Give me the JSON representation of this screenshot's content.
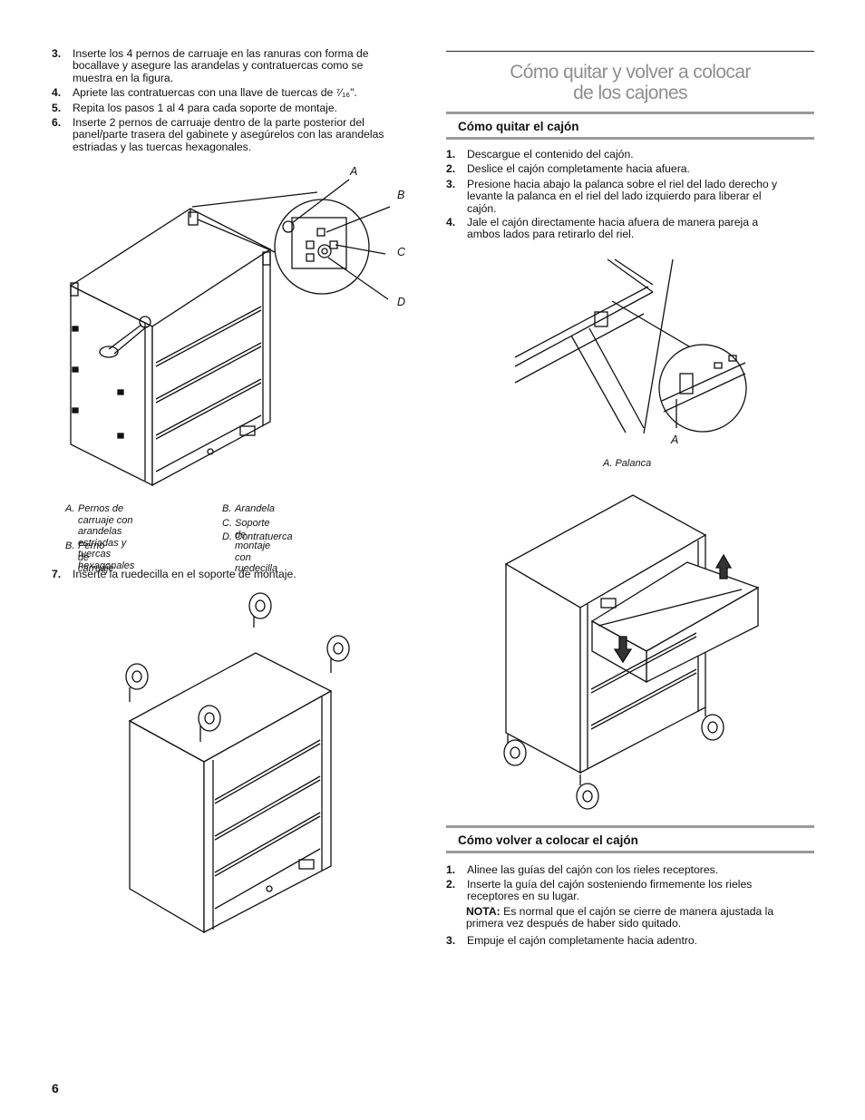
{
  "left": {
    "steps_top": [
      {
        "num": "3.",
        "lines": [
          "Inserte los 4 pernos de carruaje en las ranuras con forma de",
          "bocallave y asegure las arandelas y contratuercas como se",
          "muestra en la figura."
        ]
      },
      {
        "num": "4.",
        "lines": [
          "Apriete las contratuercas con una llave de tuercas de ⁷⁄₁₆\"."
        ]
      },
      {
        "num": "5.",
        "lines": [
          "Repita los pasos 1 al 4 para cada soporte de montaje."
        ]
      },
      {
        "num": "6.",
        "lines": [
          "Inserte 2 pernos de carruaje dentro de la parte posterior del",
          "panel/parte trasera del gabinete y asegúrelos con las arandelas",
          "estriadas y las tuercas hexagonales."
        ]
      }
    ],
    "figure1_callouts": [
      "A",
      "B",
      "C",
      "D"
    ],
    "captions_col1": [
      {
        "key": "A.",
        "lines": [
          "Pernos de carruaje con",
          "arandelas estriadas y",
          "tuercas hexagonales"
        ]
      },
      {
        "key": "B.",
        "lines": [
          "Perno de carruaje"
        ]
      }
    ],
    "captions_col2": [
      {
        "key": "B.",
        "lines": [
          "Arandela"
        ]
      },
      {
        "key": "C.",
        "lines": [
          "Soporte de montaje con ruedecilla"
        ]
      },
      {
        "key": "D.",
        "lines": [
          "Contratuerca"
        ]
      }
    ],
    "step7": {
      "num": "7.",
      "text": "Inserte la ruedecilla en el soporte de montaje."
    }
  },
  "right": {
    "title_line1": "Cómo quitar y volver a colocar",
    "title_line2": "de los cajones",
    "remove_heading": "Cómo quitar el cajón",
    "remove_steps": [
      {
        "num": "1.",
        "lines": [
          "Descargue el contenido del cajón."
        ]
      },
      {
        "num": "2.",
        "lines": [
          "Deslice el cajón completamente hacia afuera."
        ]
      },
      {
        "num": "3.",
        "lines": [
          "Presione hacia abajo la palanca sobre el riel del lado derecho y",
          "levante la palanca en el riel del lado izquierdo para liberar el",
          "cajón."
        ]
      },
      {
        "num": "4.",
        "lines": [
          "Jale el cajón directamente hacia afuera de manera pareja a",
          "ambos lados para retirarlo del riel."
        ]
      }
    ],
    "figure_rail_callout": "A",
    "figure_rail_caption": "A. Palanca",
    "replace_heading": "Cómo volver a colocar el cajón",
    "replace_steps": [
      {
        "num": "1.",
        "lines": [
          "Alinee las guías del cajón con los rieles receptores."
        ]
      },
      {
        "num": "2.",
        "lines": [
          "Inserte la guía del cajón sosteniendo firmemente los rieles",
          "receptores en su lugar."
        ]
      }
    ],
    "note_label": "NOTA:",
    "note_line1": " Es normal que el cajón se cierre de manera ajustada la",
    "note_line2": "primera vez después de haber sido quitado.",
    "replace_step3": {
      "num": "3.",
      "text": "Empuje el cajón completamente hacia adentro."
    }
  },
  "page_number": "6"
}
